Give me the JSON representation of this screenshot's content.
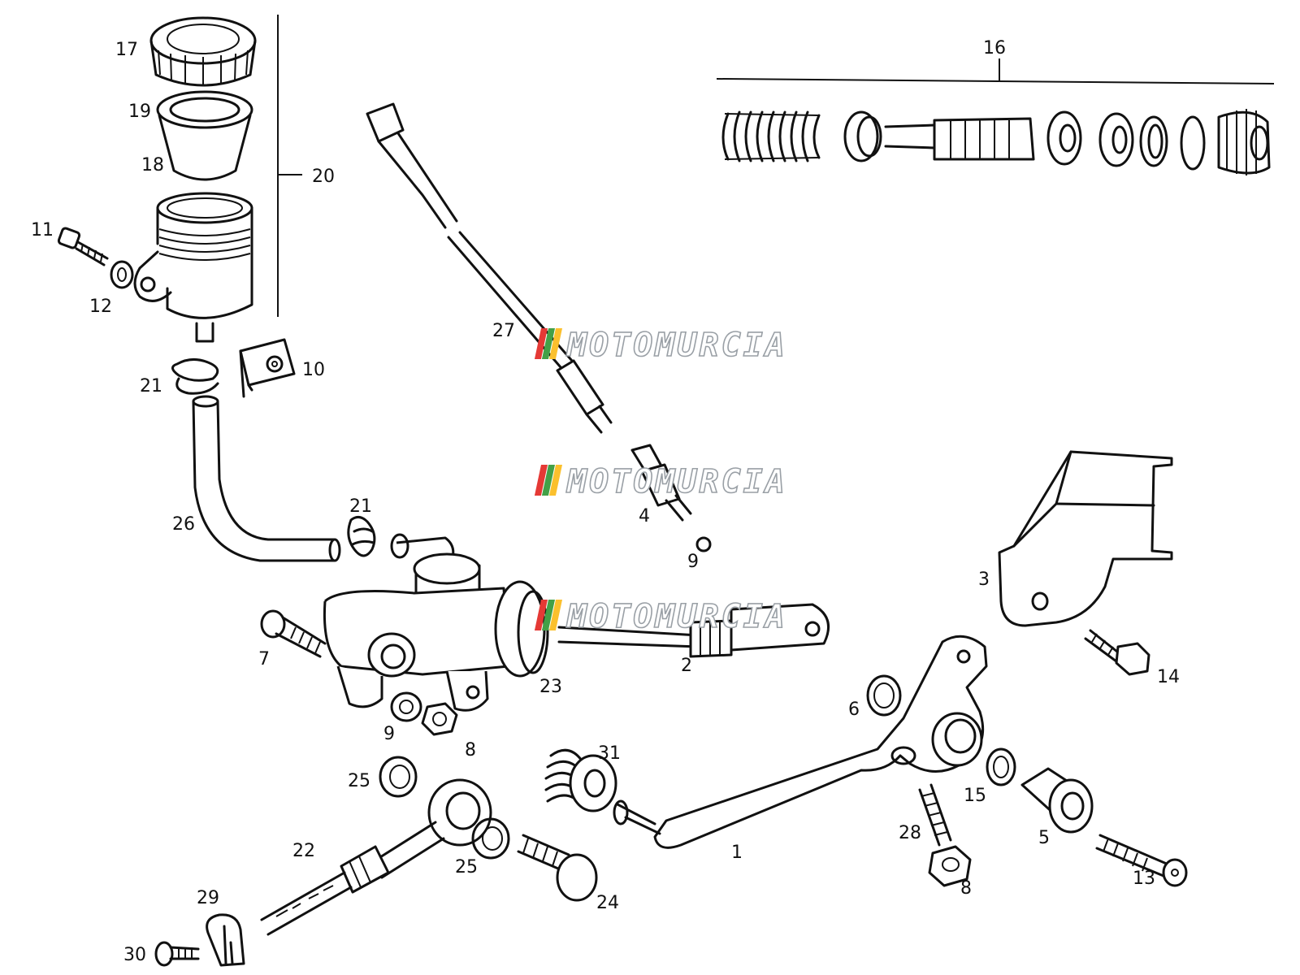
{
  "labels": {
    "p1": "1",
    "p2": "2",
    "p3": "3",
    "p4": "4",
    "p5": "5",
    "p6": "6",
    "p7": "7",
    "p8a": "8",
    "p8b": "8",
    "p9a": "9",
    "p9b": "9",
    "p10": "10",
    "p11": "11",
    "p12": "12",
    "p13": "13",
    "p14": "14",
    "p15": "15",
    "p16": "16",
    "p17": "17",
    "p18": "18",
    "p19": "19",
    "p20": "20",
    "p21a": "21",
    "p21b": "21",
    "p22": "22",
    "p23": "23",
    "p24": "24",
    "p25a": "25",
    "p25b": "25",
    "p26": "26",
    "p27": "27",
    "p28": "28",
    "p29": "29",
    "p30": "30",
    "p31": "31"
  },
  "watermark": {
    "text": "MOTOMURCIA",
    "stripe_colors": [
      "#e53935",
      "#43a047",
      "#fbc02d"
    ]
  }
}
